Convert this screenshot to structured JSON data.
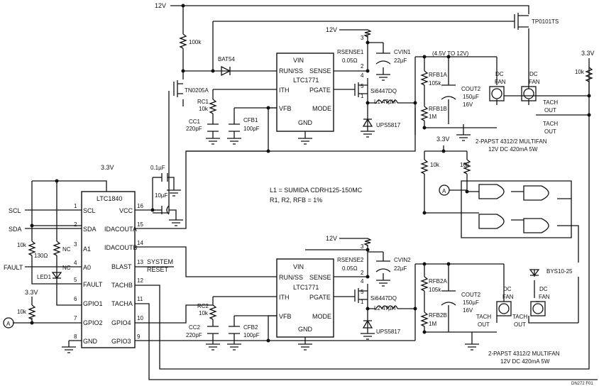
{
  "rails": {
    "v12_top": "12V",
    "v12_reg1": "12V",
    "v12_reg2": "12V",
    "v33_left": "3.3V",
    "v33_left_low": "3.3V",
    "v33_right": "3.3V",
    "v33_mid": "3.3V"
  },
  "ltc1840": {
    "name": "LTC1840",
    "left_pins": [
      {
        "num": "1",
        "label": "SCL",
        "signal": "SCL"
      },
      {
        "num": "2",
        "label": "SDA",
        "signal": "SDA"
      },
      {
        "num": "3",
        "label": "A1",
        "signal": "NC"
      },
      {
        "num": "4",
        "label": "A0",
        "signal": "NC"
      },
      {
        "num": "5",
        "label": "FAULT",
        "signal": ""
      },
      {
        "num": "6",
        "label": "GPIO1",
        "signal": ""
      },
      {
        "num": "7",
        "label": "GPIO2",
        "signal": ""
      },
      {
        "num": "8",
        "label": "GND",
        "signal": ""
      }
    ],
    "right_pins": [
      {
        "num": "16",
        "label": "VCC"
      },
      {
        "num": "15",
        "label": "IDACOUTA"
      },
      {
        "num": "14",
        "label": "IDACOUTB"
      },
      {
        "num": "13",
        "label": "BLAST"
      },
      {
        "num": "12",
        "label": "TACHB"
      },
      {
        "num": "11",
        "label": "TACHA"
      },
      {
        "num": "10",
        "label": "GPIO4"
      },
      {
        "num": "9",
        "label": "GPIO3"
      }
    ],
    "system_reset": [
      "SYSTEM",
      "RESET"
    ]
  },
  "ltc1771_top": {
    "name": "LTC1771",
    "pins": [
      "VIN",
      "RUN/SS",
      "SENSE",
      "ITH",
      "PGATE",
      "VFB",
      "MODE",
      "GND"
    ],
    "nums": [
      "3",
      "2",
      "4",
      "5",
      "1"
    ]
  },
  "ltc1771_bottom": {
    "name": "LTC1771",
    "pins": [
      "VIN",
      "RUN/SS",
      "SENSE",
      "ITH",
      "PGATE",
      "VFB",
      "MODE",
      "GND"
    ],
    "nums": [
      "3",
      "2",
      "4",
      "5",
      "1"
    ]
  },
  "parts_top": {
    "r100k": "100k",
    "bat54": "BAT54",
    "tn0205a": "TN0205A",
    "tp0101ts": "TP0101TS",
    "rc1": "RC1",
    "rc1_val": "10k",
    "cc1": "CC1",
    "cc1_val": "220pF",
    "cfb1": "CFB1",
    "cfb1_val": "100pF",
    "rsense1": "RSENSE1",
    "rsense1_val": "0.05Ω",
    "cvin1": "CVIN1",
    "cvin1_val": "22µF",
    "si6447dq": "Si6447DQ",
    "l1": "L1 47µH",
    "ups5817": "UPS5817",
    "range": "(4.5V TO 12V)",
    "rfb1a": "RFB1A",
    "rfb1a_val": "105k",
    "rfb1b": "RFB1B",
    "rfb1b_val": "1M",
    "cout2": "COUT2",
    "cout2_val": "150µF",
    "cout2_v": "16V",
    "dcfan_a": "DC",
    "dcfan_a2": "FAN",
    "dcfan_b": "DC",
    "dcfan_b2": "FAN",
    "tach_a": "TACH",
    "tach_a2": "OUT",
    "tach_b": "TACH",
    "tach_b2": "OUT",
    "r10k": "10k",
    "fan_desc": "2-PAPST 4312/2 MULTIFAN",
    "fan_spec": "12V DC 420mA 5W"
  },
  "parts_left": {
    "c01": "0.1µF",
    "c10": "10µF",
    "r10k_a": "10k",
    "r130": "130Ω",
    "led1": "LED1",
    "nc1": "NC",
    "nc2": "NC",
    "r10k_b": "10k",
    "fault": "FAULT",
    "scl": "SCL",
    "sda": "SDA",
    "a_label": "A"
  },
  "notes": {
    "l_note": "L1 = SUMIDA CDRH125-150MC",
    "r_note": "R1, R2, RFB = 1%"
  },
  "parts_right": {
    "r10k_a": "10k",
    "r10k_b": "10k",
    "a_label": "A",
    "bys": "BYS10-25"
  },
  "parts_bottom": {
    "rc2": "RC2",
    "rc2_val": "10k",
    "cc2": "CC2",
    "cc2_val": "220pF",
    "cfb2": "CFB2",
    "cfb2_val": "100pF",
    "rsense2": "RSENSE2",
    "rsense2_val": "0.05Ω",
    "cvin2": "CVIN2",
    "cvin2_val": "22µF",
    "si6447dq": "Si6447DQ",
    "l2": "L2 47µH",
    "ups5817": "UPS5817",
    "rfb2a": "RFB2A",
    "rfb2a_val": "105k",
    "rfb2b": "RFB2B",
    "rfb2b_val": "1M",
    "cout2": "COUT2",
    "cout2_val": "150µF",
    "cout2_v": "16V",
    "dcfan_a": "DC",
    "dcfan_a2": "FAN",
    "dcfan_b": "DC",
    "dcfan_b2": "FAN",
    "tach_a": "TACH",
    "tach_a2": "OUT",
    "tach_b": "TACH",
    "tach_b2": "OUT",
    "fan_desc": "2-PAPST 4312/2 MULTIFAN",
    "fan_spec": "12V DC 420mA 5W"
  },
  "footer": {
    "code": "DN272 F01"
  }
}
